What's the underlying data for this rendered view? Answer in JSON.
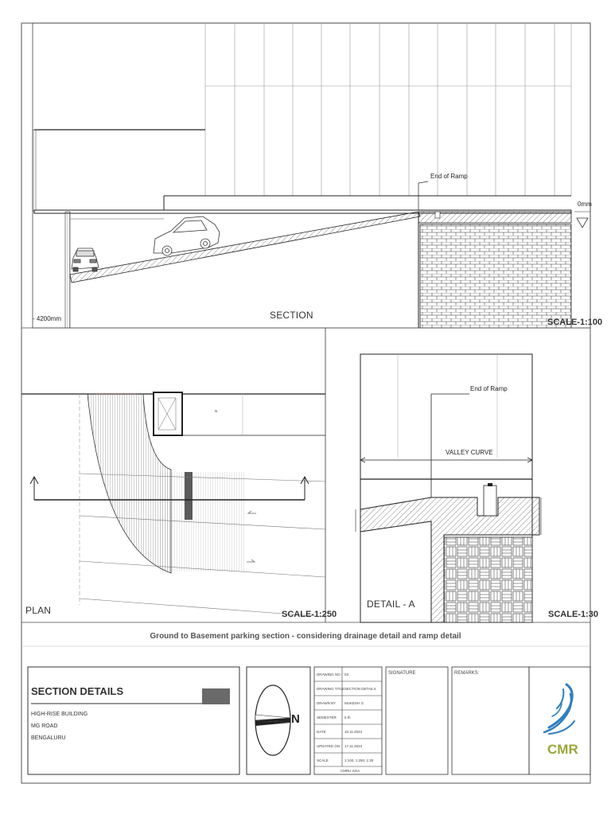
{
  "section": {
    "label": "SECTION",
    "scale": "SCALE-1:100",
    "end_of_ramp": "End of Ramp",
    "level_top": "0mm",
    "level_bottom": "- 4200mm"
  },
  "plan": {
    "label": "PLAN",
    "scale": "SCALE-1:250",
    "marker": "N"
  },
  "detail": {
    "label": "DETAIL - A",
    "scale": "SCALE-1:30",
    "end_of_ramp": "End of Ramp",
    "valley_curve": "VALLEY CURVE"
  },
  "sheet_caption": "Ground to Basement parking section - considering drainage detail and ramp detail",
  "title_block": {
    "heading": "SECTION DETAILS",
    "project_lines": [
      "HIGH-RISE BUILDING",
      "MG ROAD",
      "BENGALURU"
    ],
    "north_label": "N",
    "table": [
      {
        "label": "DRAWING NO.",
        "value": "03"
      },
      {
        "label": "DRAWING TITLE",
        "value": "SECTION DETAILS"
      },
      {
        "label": "DRAWN BY",
        "value": "MUKESH G"
      },
      {
        "label": "SEMESTER",
        "value": "5 th"
      },
      {
        "label": "DATE",
        "value": "10.11.2024"
      },
      {
        "label": "UPDATED ON",
        "value": "17.11.2024"
      },
      {
        "label": "SCALE",
        "value": "1:100, 1:250, 1:30"
      }
    ],
    "table_footer": "CMRU SOA",
    "signature_label": "SIGNATURE",
    "remarks_label": "REMARKS:",
    "logo_text": "CMR"
  },
  "colors": {
    "line": "#222222",
    "logo_blue": "#2f7fc1",
    "logo_green": "#9aa73a",
    "swatch": "#6a6a6a"
  }
}
